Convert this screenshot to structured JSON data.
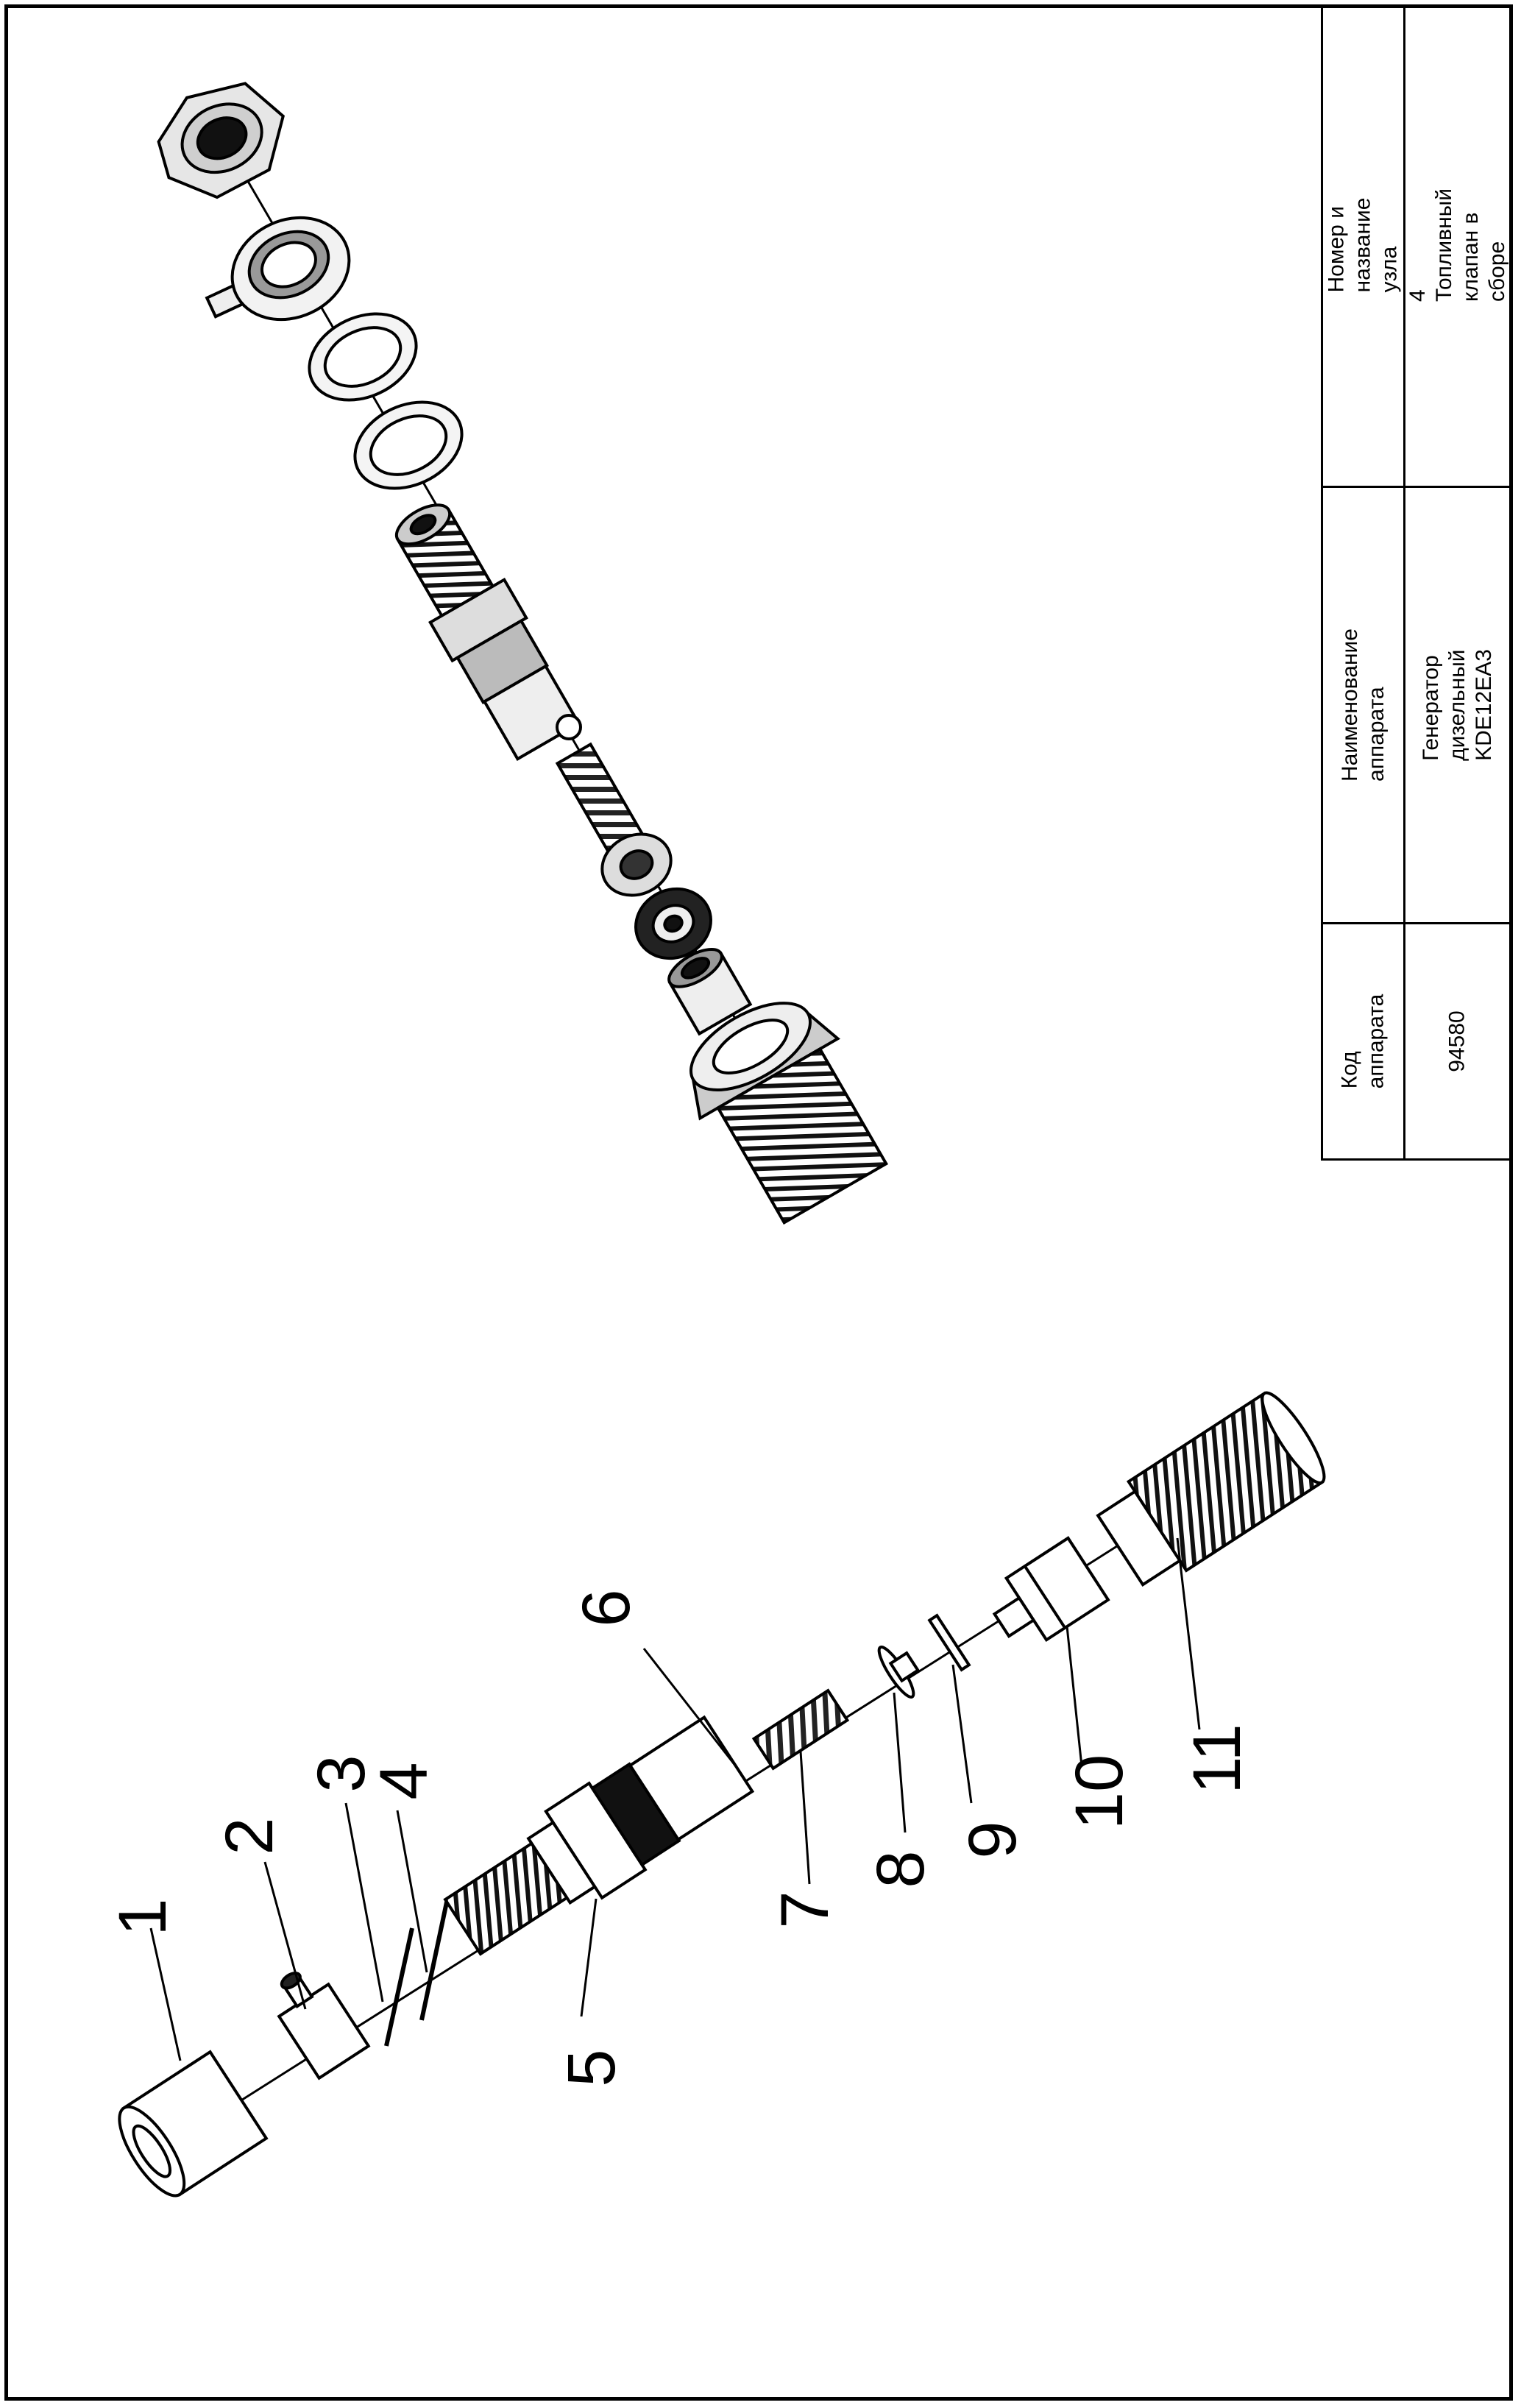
{
  "title_block": {
    "headers": {
      "code": "Код аппарата",
      "name": "Наименование аппарата",
      "unit": "Номер и название узла"
    },
    "values": {
      "code": "94580",
      "name": "Генератор дизельный\nKDE12EA3",
      "unit": "4 Топливный клапан в сборе"
    }
  },
  "callouts": [
    "1",
    "2",
    "3",
    "4",
    "5",
    "6",
    "7",
    "8",
    "9",
    "10",
    "11"
  ],
  "colors": {
    "line": "#000000",
    "background": "#ffffff"
  }
}
